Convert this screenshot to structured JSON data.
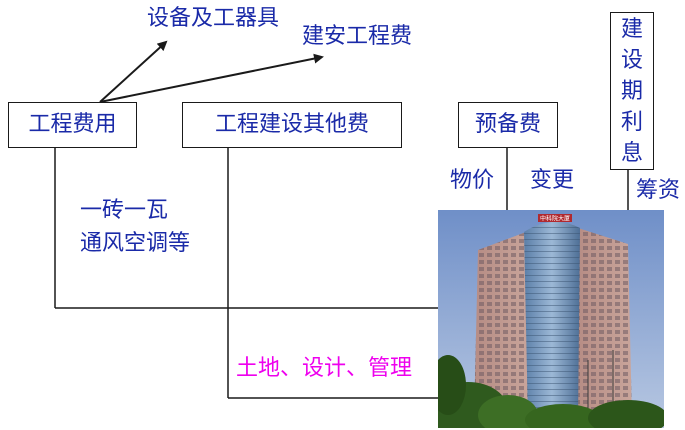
{
  "colors": {
    "text": "#1a2aa8",
    "accent_text": "#ee00ee",
    "line": "#1a1a1a"
  },
  "boxes": {
    "engineering_cost": "工程费用",
    "other_construction_cost": "工程建设其他费",
    "reserve_fund": "预备费",
    "construction_interest": [
      "建",
      "设",
      "期",
      "利",
      "息"
    ]
  },
  "arrows": {
    "equipment": "设备及工器具",
    "building_install": "建安工程费"
  },
  "notes": {
    "materials_line1": "一砖一瓦",
    "materials_line2": "通风空调等",
    "price": "物价",
    "change": "变更",
    "financing": "筹资",
    "land_design_management": "土地、设计、管理"
  },
  "photo": {
    "subject": "high-rise-building-photo",
    "sign_text": "中科院大厦"
  }
}
